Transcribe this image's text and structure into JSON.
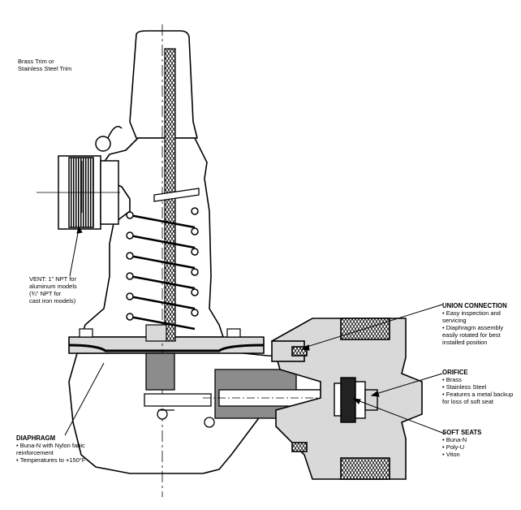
{
  "labels": {
    "trim": {
      "lines": [
        "Brass Trim or",
        "Stainless Steel Trim"
      ]
    },
    "vent": {
      "lines": [
        "VENT: 1\" NPT for",
        "aluminum models",
        "(¾\" NPT for",
        "cast iron models)"
      ]
    },
    "diaphragm": {
      "title": "DIAPHRAGM",
      "items": [
        "Buna-N with Nylon fabic reinforcement",
        "Temperatures to +150°F"
      ]
    },
    "union": {
      "title": "UNION CONNECTION",
      "items": [
        "Easy inspection and servicing",
        "Diaphragm assembly easily rotated for best installed position"
      ]
    },
    "orifice": {
      "title": "ORIFICE",
      "items": [
        "Brass",
        "Stainless Steel",
        "Features a metal backup for loss of soft seat"
      ]
    },
    "seats": {
      "title": "SOFT SEATS",
      "items": [
        "Buna-N",
        "Poly-U",
        "Viton"
      ]
    }
  },
  "colors": {
    "line": "#000000",
    "metal": "#d9d9d9",
    "metal_dark": "#8c8c8c",
    "seat": "#222222"
  }
}
